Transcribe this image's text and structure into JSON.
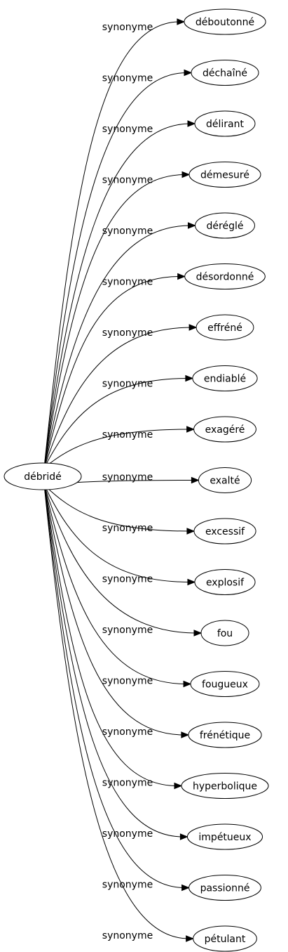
{
  "graph": {
    "source": "débridé",
    "relation": "synonyme",
    "targets": [
      "déboutonné",
      "déchaîné",
      "délirant",
      "démesuré",
      "déréglé",
      "désordonné",
      "effréné",
      "endiablé",
      "exagéré",
      "exalté",
      "excessif",
      "explosif",
      "fou",
      "fougueux",
      "frénétique",
      "hyperbolique",
      "impétueux",
      "passionné",
      "pétulant"
    ]
  }
}
